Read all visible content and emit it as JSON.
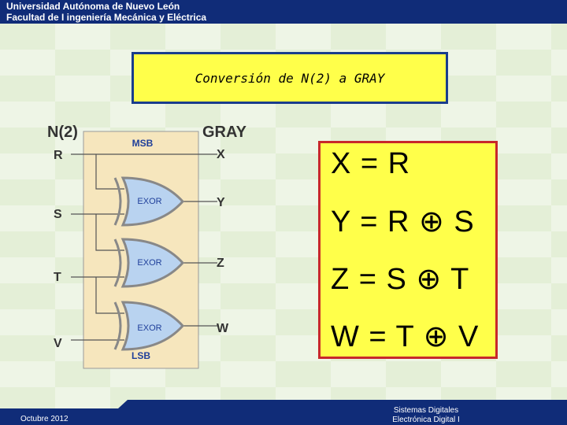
{
  "header": {
    "university": "Universidad Autónoma de Nuevo León",
    "faculty": "Facultad de I ingeniería Mecánica y Eléctrica"
  },
  "slide": {
    "title": "Conversión de N(2) a GRAY"
  },
  "diagram": {
    "input_header": "N(2)",
    "output_header": "GRAY",
    "msb_label": "MSB",
    "lsb_label": "LSB",
    "inputs": [
      "R",
      "S",
      "T",
      "V"
    ],
    "outputs": [
      "X",
      "Y",
      "Z",
      "W"
    ],
    "gates": [
      {
        "label": "EXOR"
      },
      {
        "label": "EXOR"
      },
      {
        "label": "EXOR"
      }
    ]
  },
  "equations": [
    "X = R",
    "Y = R ⊕ S",
    "Z = S ⊕ T",
    "W = T ⊕ V"
  ],
  "footer": {
    "date": "Octubre 2012",
    "course_line1": "Sistemas Digitales",
    "course_line2": "Electrónica Digital I"
  },
  "colors": {
    "header_bar": "#102c78",
    "yellow_panel": "#ffff4a",
    "title_border": "#1a3d8c",
    "equation_border": "#c8282a",
    "diagram_panel": "#f6e6bd",
    "gate_fill": "#b9d3f0"
  }
}
